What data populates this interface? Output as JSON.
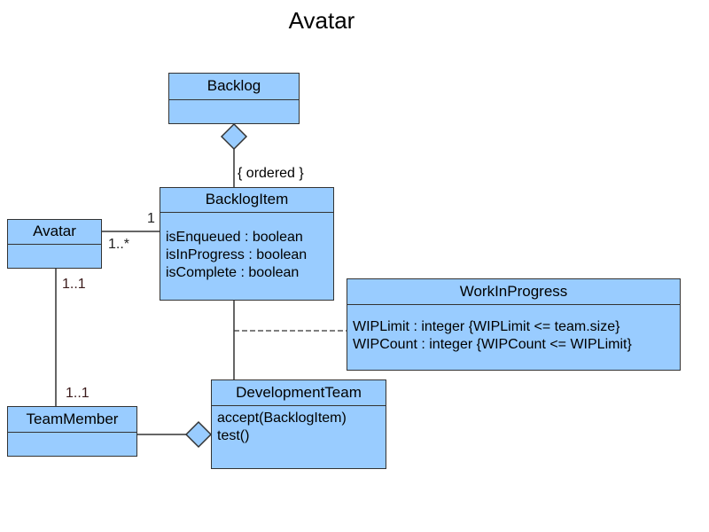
{
  "title": "Avatar",
  "classes": {
    "backlog": {
      "name": "Backlog"
    },
    "backlog_item": {
      "name": "BacklogItem",
      "attributes": [
        "isEnqueued : boolean",
        "isInProgress : boolean",
        "isComplete : boolean"
      ]
    },
    "avatar": {
      "name": "Avatar"
    },
    "team_member": {
      "name": "TeamMember"
    },
    "development_team": {
      "name": "DevelopmentTeam",
      "operations": [
        "accept(BacklogItem)",
        "test()"
      ]
    },
    "work_in_progress": {
      "name": "WorkInProgress",
      "attributes": [
        "WIPLimit : integer {WIPLimit <= team.size}",
        "WIPCount : integer {WIPCount <= WIPLimit}"
      ]
    }
  },
  "labels": {
    "ordered": "{ ordered }",
    "avatar_backlogitem_near_item": "1",
    "avatar_backlogitem_near_avatar": "1..*",
    "avatar_teammember_near_avatar": "1..1",
    "avatar_teammember_near_member": "1..1"
  },
  "colors": {
    "class_fill": "#99ccff",
    "border": "#333333"
  }
}
